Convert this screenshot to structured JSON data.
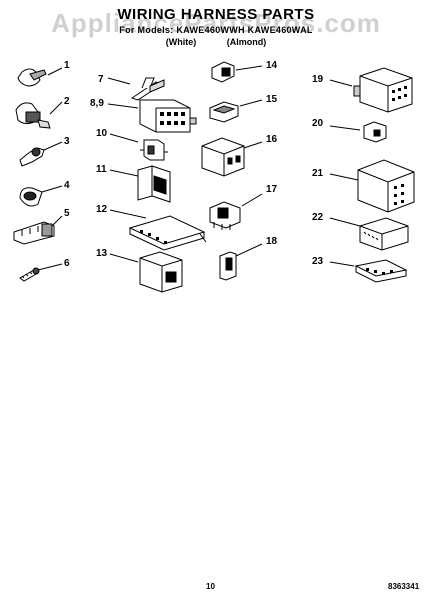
{
  "header": {
    "title": "WIRING HARNESS PARTS",
    "subtitle": "For Models: KAWE460WWH KAWE460WAL",
    "color_white": "(White)",
    "color_almond": "(Almond)",
    "watermark": "AppliancePartsPros.com"
  },
  "parts": [
    {
      "id": "p1",
      "label": "1"
    },
    {
      "id": "p2",
      "label": "2"
    },
    {
      "id": "p3",
      "label": "3"
    },
    {
      "id": "p4",
      "label": "4"
    },
    {
      "id": "p5",
      "label": "5"
    },
    {
      "id": "p6",
      "label": "6"
    },
    {
      "id": "p7",
      "label": "7"
    },
    {
      "id": "p89",
      "label": "8,9"
    },
    {
      "id": "p10",
      "label": "10"
    },
    {
      "id": "p11",
      "label": "11"
    },
    {
      "id": "p12",
      "label": "12"
    },
    {
      "id": "p13",
      "label": "13"
    },
    {
      "id": "p14",
      "label": "14"
    },
    {
      "id": "p15",
      "label": "15"
    },
    {
      "id": "p16",
      "label": "16"
    },
    {
      "id": "p17",
      "label": "17"
    },
    {
      "id": "p18",
      "label": "18"
    },
    {
      "id": "p19",
      "label": "19"
    },
    {
      "id": "p20",
      "label": "20"
    },
    {
      "id": "p21",
      "label": "21"
    },
    {
      "id": "p22",
      "label": "22"
    },
    {
      "id": "p23",
      "label": "23"
    }
  ],
  "footer": {
    "page_number": "10",
    "drawing_number": "8363341"
  }
}
